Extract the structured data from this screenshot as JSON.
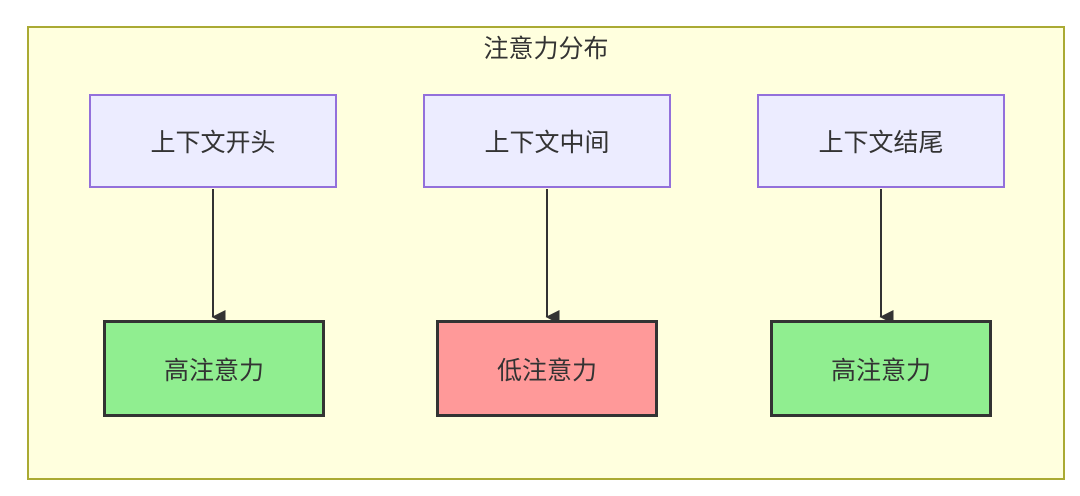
{
  "diagram": {
    "title": "注意力分布",
    "nodes": {
      "sources": [
        {
          "id": "context-beginning",
          "label": "上下文开头"
        },
        {
          "id": "context-middle",
          "label": "上下文中间"
        },
        {
          "id": "context-end",
          "label": "上下文结尾"
        }
      ],
      "targets": [
        {
          "id": "attention-high-left",
          "label": "高注意力",
          "level": "high"
        },
        {
          "id": "attention-low-middle",
          "label": "低注意力",
          "level": "low"
        },
        {
          "id": "attention-high-right",
          "label": "高注意力",
          "level": "high"
        }
      ]
    },
    "edges": [
      {
        "from": "context-beginning",
        "to": "attention-high-left"
      },
      {
        "from": "context-middle",
        "to": "attention-low-middle"
      },
      {
        "from": "context-end",
        "to": "attention-high-right"
      }
    ],
    "colors": {
      "container_fill": "#ffffde",
      "container_border": "#aaaa33",
      "source_fill": "#ECECFF",
      "source_border": "#9370DB",
      "high_attention_fill": "#90EE90",
      "low_attention_fill": "#FF9999",
      "node_border": "#333333",
      "arrow": "#333333",
      "text": "#333333"
    }
  }
}
